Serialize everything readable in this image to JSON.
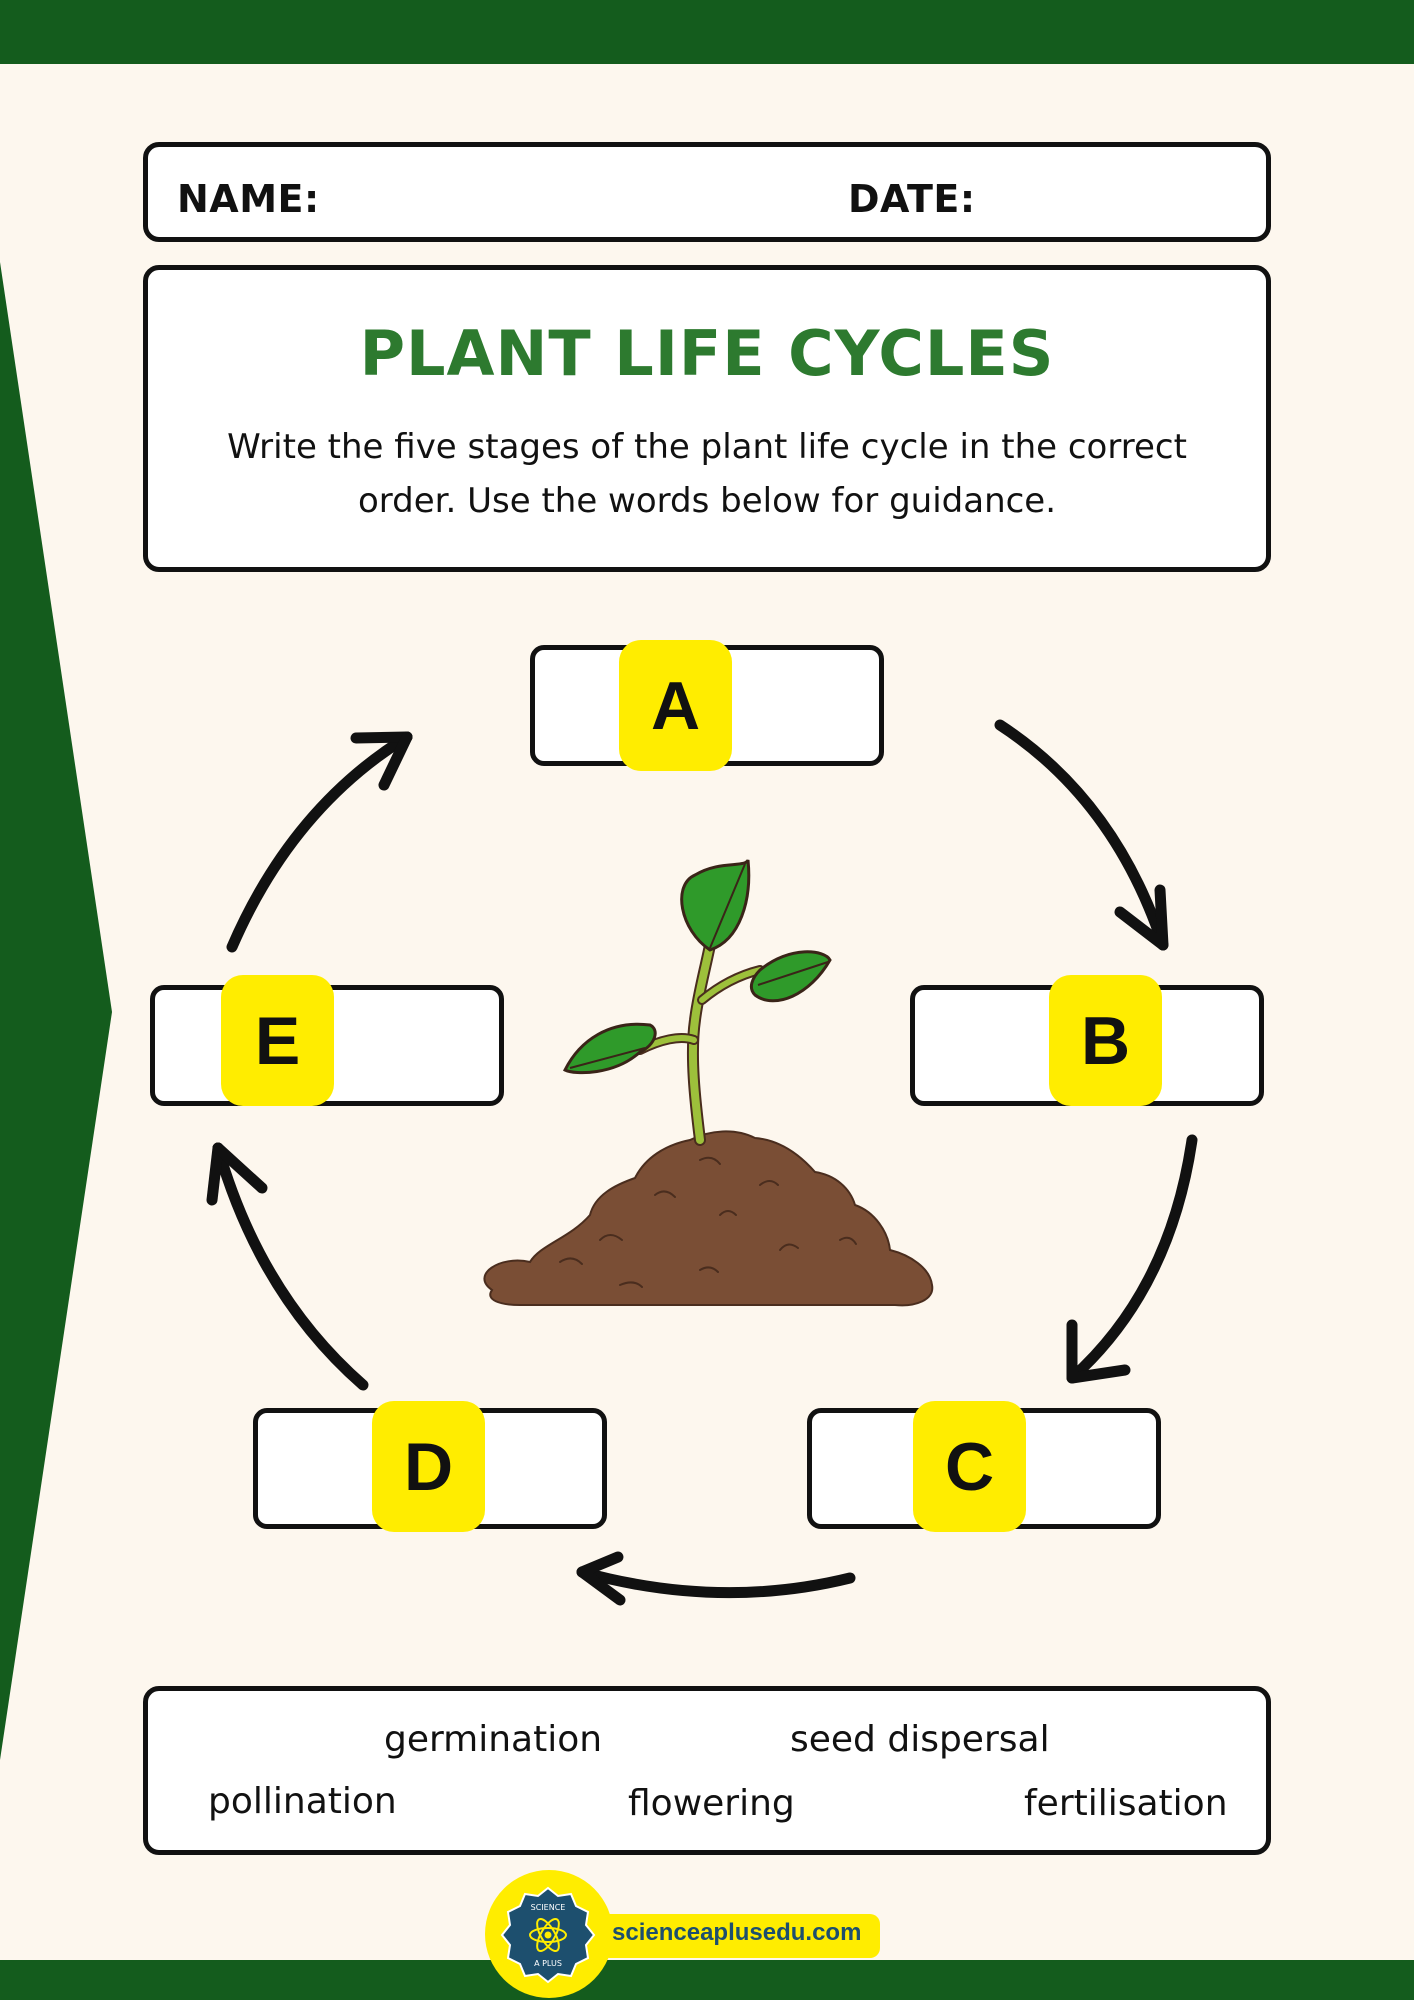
{
  "header": {
    "name_label": "NAME:",
    "date_label": "DATE:"
  },
  "worksheet": {
    "title": "PLANT LIFE CYCLES",
    "instructions": "Write the five stages of the plant life cycle in the correct order. Use the words below for guidance."
  },
  "stages": [
    {
      "letter": "A",
      "value": ""
    },
    {
      "letter": "B",
      "value": ""
    },
    {
      "letter": "C",
      "value": ""
    },
    {
      "letter": "D",
      "value": ""
    },
    {
      "letter": "E",
      "value": ""
    }
  ],
  "word_bank": [
    "germination",
    "seed dispersal",
    "pollination",
    "flowering",
    "fertilisation"
  ],
  "footer": {
    "logo_text_top": "SCIENCE",
    "logo_text_bottom": "A PLUS",
    "website": "scienceaplusedu.com"
  },
  "colors": {
    "brand_green": "#145c1d",
    "title_green": "#2d7a2f",
    "badge_yellow": "#ffed00",
    "background": "#fdf7ee",
    "soil_brown": "#7a4e35",
    "leaf_green": "#2f9a2a"
  },
  "icons": {
    "seedling": "seedling-in-soil-illustration",
    "arrows": "clockwise-cycle-arrows"
  }
}
